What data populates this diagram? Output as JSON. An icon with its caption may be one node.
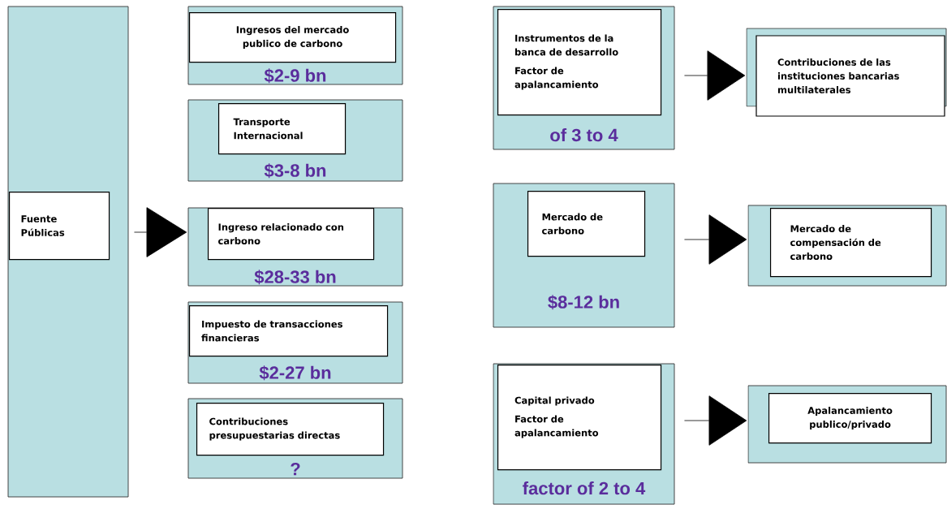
{
  "diagram": {
    "nodes": [
      {
        "text": [],
        "shape": "box"
      },
      {
        "text": [
          "Fuente Públicas"
        ],
        "in": 0
      },
      {
        "text": [
          "$2-9 bn"
        ]
      },
      {
        "text": [
          "Ingresos del mercado publico de carbono"
        ],
        "in": 2
      },
      {
        "text": [
          "$3-8 bn"
        ]
      },
      {
        "text": [
          "Transporte Internacional"
        ],
        "in": 4
      },
      {
        "text": [
          "$28-33 bn"
        ]
      },
      {
        "text": [
          "Ingreso relacionado con carbono"
        ],
        "in": 6
      },
      {
        "text": [
          "$2-27 bn"
        ]
      },
      {
        "text": [
          "Impuesto de transacciones financieras"
        ],
        "in": 8
      },
      {
        "text": [
          "?"
        ]
      },
      {
        "text": [
          "Contribuciones presupuestarias directas"
        ],
        "in": 10
      },
      {
        "text": [
          "of 3 to 4"
        ]
      },
      {
        "text": [
          "Instrumentos de la banca de desarrollo",
          "Factor de apalancamiento"
        ],
        "in": 12
      },
      {
        "text": [
          "$8-12 bn"
        ]
      },
      {
        "text": [
          "Mercado de carbono"
        ],
        "in": 14
      },
      {
        "text": [
          "factor of 2 to 4"
        ]
      },
      {
        "text": [
          "Capital privado",
          "Factor de apalancamiento"
        ],
        "in": 16
      },
      {
        "text": [],
        "shape": "box"
      },
      {
        "text": [
          "Contribuciones de las instituciones bancarias multilaterales"
        ]
      },
      {
        "text": [],
        "shape": "box"
      },
      {
        "text": [
          "Mercado de compensación de carbono"
        ],
        "in": 20
      },
      {
        "text": [],
        "shape": "box"
      },
      {
        "text": [
          "Apalancamiento publico/privado"
        ],
        "in": 22
      }
    ],
    "edges": [
      {
        "from": 0,
        "to": 6,
        "arrow": "to"
      },
      {
        "from": 12,
        "to": 18,
        "arrow": "to"
      },
      {
        "from": 14,
        "to": 20,
        "arrow": "to"
      },
      {
        "from": 16,
        "to": 22,
        "arrow": "to"
      }
    ]
  }
}
